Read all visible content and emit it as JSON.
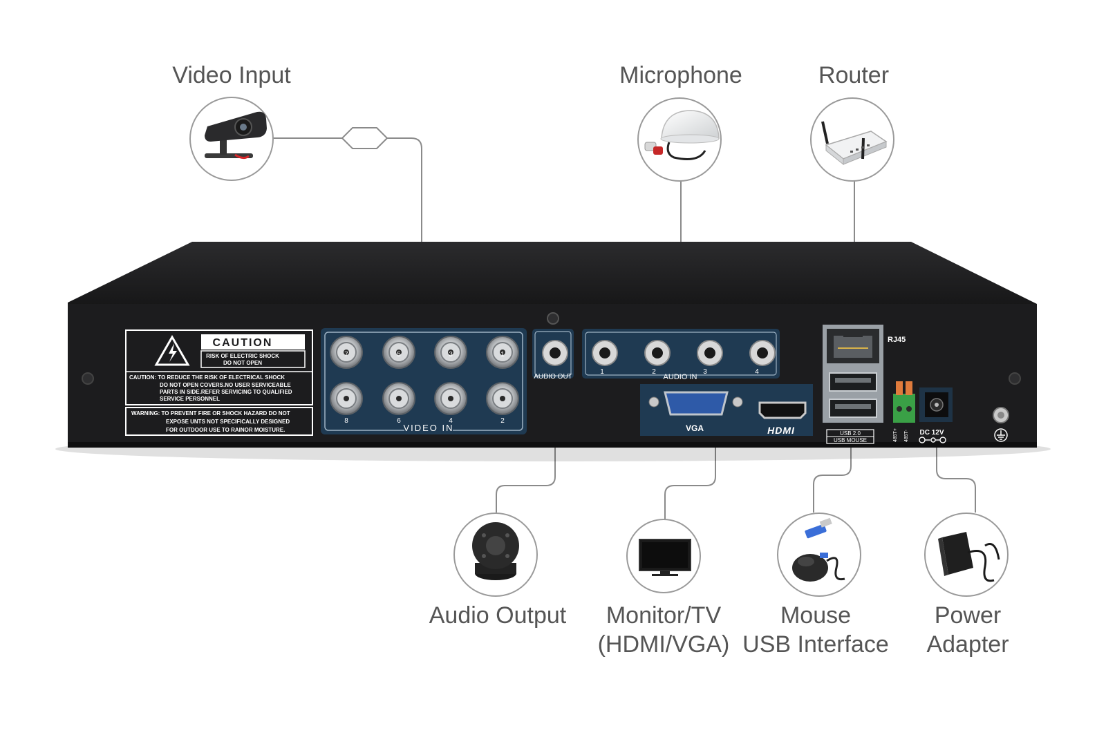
{
  "labels": {
    "video_input": "Video Input",
    "microphone": "Microphone",
    "router": "Router",
    "audio_output": "Audio Output",
    "monitor_line1": "Monitor/TV",
    "monitor_line2": "(HDMI/VGA)",
    "mouse_line1": "Mouse",
    "mouse_line2": "USB Interface",
    "power_line1": "Power",
    "power_line2": "Adapter"
  },
  "panel": {
    "caution_title": "CAUTION",
    "caution_sub1": "RISK OF ELECTRIC SHOCK",
    "caution_sub2": "DO NOT OPEN",
    "caution_body1": "CAUTION: TO REDUCE THE RISK OF ELECTRICAL SHOCK",
    "caution_body2": "DO NOT OPEN COVERS.NO USER SERVICEABLE",
    "caution_body3": "PARTS IN SIDE.REFER SERVICING TO QUALIFIED",
    "caution_body4": "SERVICE PERSONNEL",
    "warning_body1": "WARNING: TO PREVENT FIRE OR SHOCK HAZARD DO NOT",
    "warning_body2": "EXPOSE UNTS NOT SPECIFICALLY DESIGNED",
    "warning_body3": "FOR OUTDOOR USE TO RAINOR MOISTURE.",
    "video_in": "VIDEO IN",
    "video_numbers_top": [
      "7",
      "5",
      "3",
      "1"
    ],
    "video_numbers_bottom": [
      "8",
      "6",
      "4",
      "2"
    ],
    "audio_out": "AUDIO OUT",
    "audio_in": "AUDIO IN",
    "audio_in_numbers": [
      "1",
      "2",
      "3",
      "4"
    ],
    "vga": "VGA",
    "hdmi": "HDMI",
    "rj45": "RJ45",
    "usb_line1": "USB 2.0",
    "usb_line2": "USB MOUSE",
    "rs485_plus": "485T+",
    "rs485_minus": "485T-",
    "dc": "DC 12V"
  },
  "colors": {
    "device_body": "#1c1c1e",
    "port_panel": "#1f3a52",
    "leader_line": "#8a8a8a",
    "label_text": "#555555"
  },
  "icons": [
    "camera-icon",
    "microphone-icon",
    "router-icon",
    "speaker-icon",
    "monitor-icon",
    "mouse-icon",
    "power-adapter-icon",
    "ground-icon",
    "warning-triangle-icon"
  ]
}
